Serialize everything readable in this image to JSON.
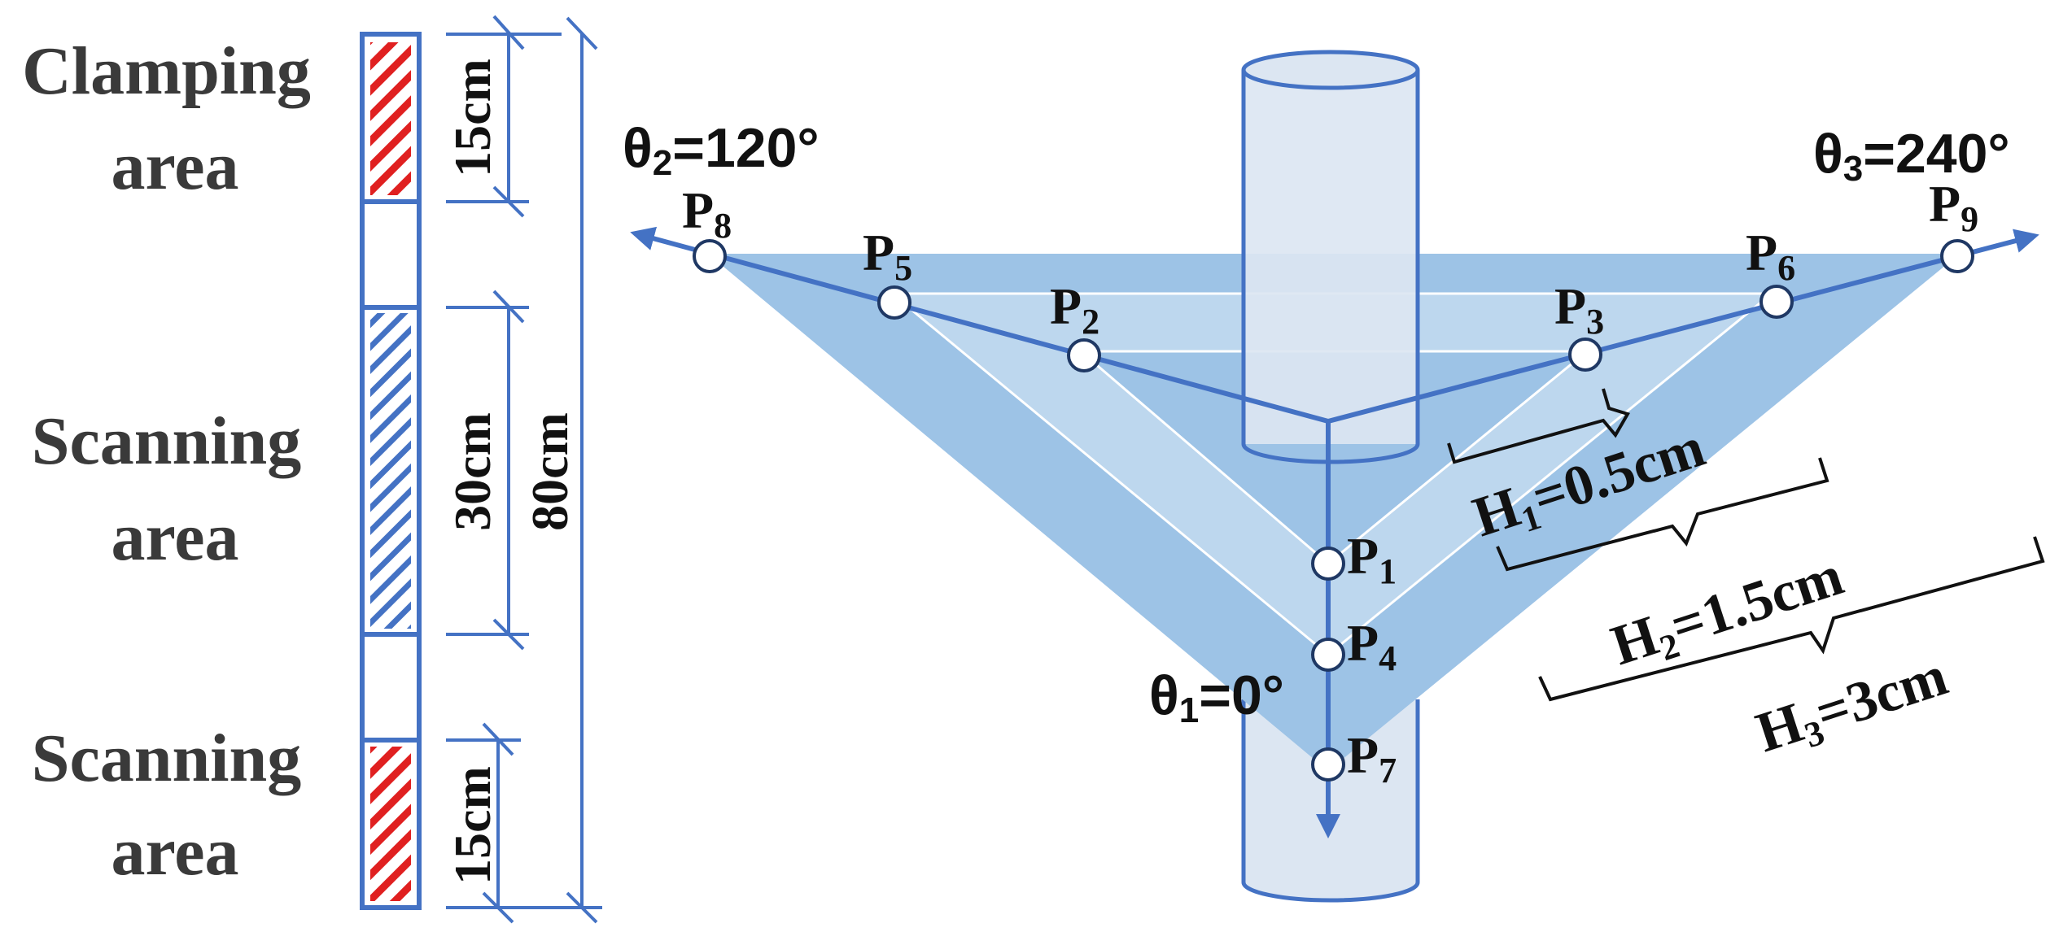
{
  "left_panel": {
    "labels": {
      "clamping": [
        "Clamping",
        "area"
      ],
      "scanning_mid": [
        "Scanning",
        "area"
      ],
      "scanning_bottom": [
        "Scanning",
        "area"
      ]
    },
    "dimensions": {
      "top": "15cm",
      "middle": "30cm",
      "bottom": "15cm",
      "total": "80cm"
    },
    "colors": {
      "frame": "#4472C4",
      "clamping_hatch": "#E02020",
      "scanning_hatch": "#4472C4"
    }
  },
  "right_panel": {
    "angles": {
      "theta1": {
        "sym": "θ",
        "sub": "1",
        "val": "=0°"
      },
      "theta2": {
        "sym": "θ",
        "sub": "2",
        "val": "=120°"
      },
      "theta3": {
        "sym": "θ",
        "sub": "3",
        "val": "=240°"
      }
    },
    "points": [
      {
        "id": "P1",
        "base": "P",
        "sub": "1"
      },
      {
        "id": "P2",
        "base": "P",
        "sub": "2"
      },
      {
        "id": "P3",
        "base": "P",
        "sub": "3"
      },
      {
        "id": "P4",
        "base": "P",
        "sub": "4"
      },
      {
        "id": "P5",
        "base": "P",
        "sub": "5"
      },
      {
        "id": "P6",
        "base": "P",
        "sub": "6"
      },
      {
        "id": "P7",
        "base": "P",
        "sub": "7"
      },
      {
        "id": "P8",
        "base": "P",
        "sub": "8"
      },
      {
        "id": "P9",
        "base": "P",
        "sub": "9"
      }
    ],
    "heights": {
      "h1": {
        "base": "H",
        "sub": "1",
        "val": "=0.5cm"
      },
      "h2": {
        "base": "H",
        "sub": "2",
        "val": "=1.5cm"
      },
      "h3": {
        "base": "H",
        "sub": "3",
        "val": "=3cm"
      }
    },
    "colors": {
      "cylinder_fill": "#DCE6F2",
      "cylinder_stroke": "#4472C4",
      "plane_dark": "#9DC3E6",
      "plane_light": "#BDD7EE",
      "axis": "#4472C4"
    }
  }
}
